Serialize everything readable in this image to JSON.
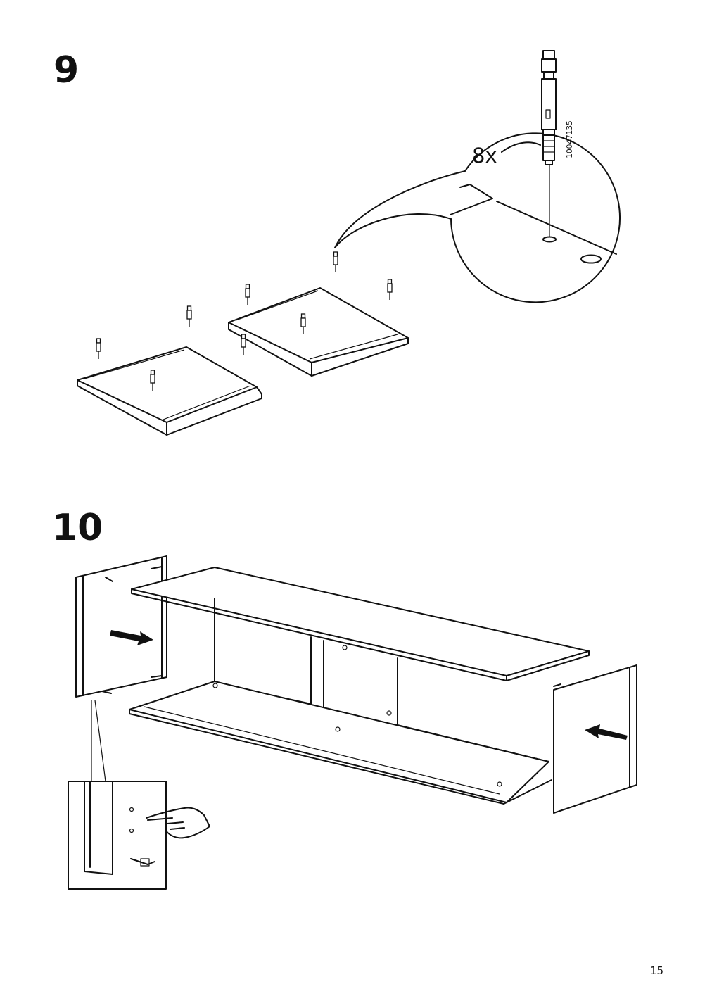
{
  "step9": {
    "number": "9",
    "quantity": "8x",
    "part_number": "10047135"
  },
  "step10": {
    "number": "10"
  },
  "page_number": "15",
  "icons": [
    "dowel-icon",
    "arrow-icon",
    "pointing-hand-icon",
    "magnifier-detail-icon"
  ]
}
